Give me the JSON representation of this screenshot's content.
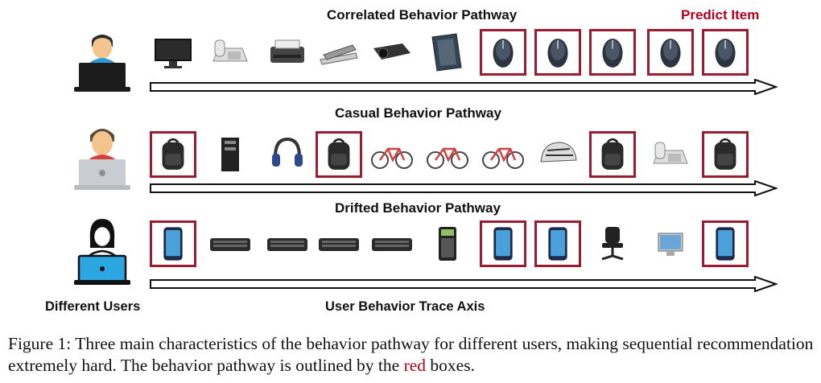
{
  "labels": {
    "row1_title": "Correlated Behavior Pathway",
    "row2_title": "Casual Behavior Pathway",
    "row3_title": "Drifted Behavior Pathway",
    "predict": "Predict Item",
    "users": "Different Users",
    "axis": "User Behavior Trace Axis"
  },
  "caption": {
    "lead": "Figure 1: Three main characteristics of the behavior pathway for different users, making sequential recommendation extremely hard. The behavior pathway is outlined by the ",
    "red_word": "red",
    "tail": " boxes."
  },
  "colors": {
    "highlight_box": "#9b1b30",
    "predict_text": "#b1001c"
  },
  "rows": [
    {
      "user_icon": "user-blue-shirt-laptop-icon",
      "items": [
        {
          "icon": "monitor-icon",
          "highlight": false
        },
        {
          "icon": "desk-phone-icon",
          "highlight": false
        },
        {
          "icon": "printer-icon",
          "highlight": false
        },
        {
          "icon": "stapler-icon",
          "highlight": false
        },
        {
          "icon": "projector-icon",
          "highlight": false
        },
        {
          "icon": "binder-icon",
          "highlight": false
        },
        {
          "icon": "mouse-icon",
          "highlight": true
        },
        {
          "icon": "mouse-icon",
          "highlight": true
        },
        {
          "icon": "mouse-icon",
          "highlight": true
        },
        {
          "icon": "mouse-icon",
          "highlight": true
        },
        {
          "icon": "mouse-icon",
          "highlight": true
        }
      ]
    },
    {
      "user_icon": "user-red-shirt-laptop-icon",
      "items": [
        {
          "icon": "backpack-icon",
          "highlight": true
        },
        {
          "icon": "pc-tower-icon",
          "highlight": false
        },
        {
          "icon": "headphones-icon",
          "highlight": false
        },
        {
          "icon": "backpack-icon",
          "highlight": true
        },
        {
          "icon": "bicycle-icon",
          "highlight": false
        },
        {
          "icon": "bicycle-icon",
          "highlight": false
        },
        {
          "icon": "bicycle-icon",
          "highlight": false
        },
        {
          "icon": "helmet-icon",
          "highlight": false
        },
        {
          "icon": "backpack-icon",
          "highlight": true
        },
        {
          "icon": "desk-phone-icon",
          "highlight": false
        },
        {
          "icon": "backpack-icon",
          "highlight": true
        }
      ]
    },
    {
      "user_icon": "user-female-laptop-icon",
      "items": [
        {
          "icon": "smartphone-icon",
          "highlight": true
        },
        {
          "icon": "keyboard-icon",
          "highlight": false
        },
        {
          "icon": "keyboard-icon",
          "highlight": false
        },
        {
          "icon": "keyboard-icon",
          "highlight": false
        },
        {
          "icon": "keyboard-icon",
          "highlight": false
        },
        {
          "icon": "calculator-icon",
          "highlight": false
        },
        {
          "icon": "smartphone-icon",
          "highlight": true
        },
        {
          "icon": "smartphone-icon",
          "highlight": true
        },
        {
          "icon": "office-chair-icon",
          "highlight": false
        },
        {
          "icon": "desktop-computer-icon",
          "highlight": false
        },
        {
          "icon": "smartphone-icon",
          "highlight": true
        }
      ]
    }
  ]
}
